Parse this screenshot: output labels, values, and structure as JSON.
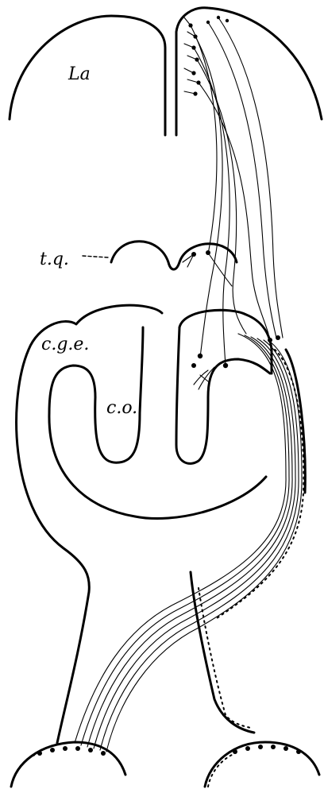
{
  "labels": {
    "hemisphere": "La",
    "tq": "t.q.",
    "cge": "c.g.e.",
    "co": "c.o."
  }
}
